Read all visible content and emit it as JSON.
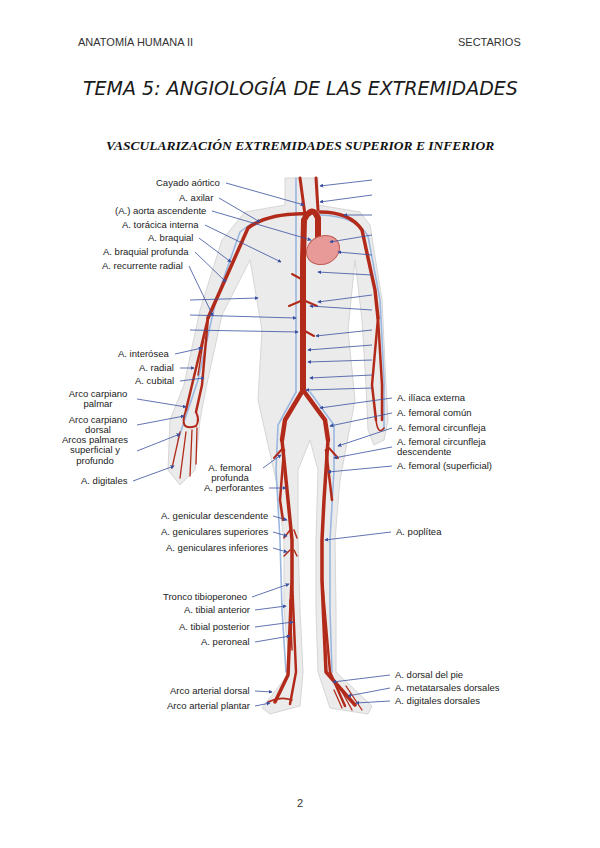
{
  "diagram": {
    "title": "TEMA 5: ANGIOLOGÍA DE LAS EXTREMIDADES",
    "labels": [
      "ANATOMÍA HUMANA II",
      "SECTARIOS",
      "VASCULARIZACIÓN EXTREMIDADES SUPERIOR E INFERIOR",
      "Cayado aórtico",
      "A. axilar",
      "(A.) aorta ascendente",
      "A. torácica interna",
      "A. braquial",
      "A. braquial profunda",
      "A. recurrente radial",
      "A. interósea",
      "A. radial",
      "A. cubital",
      "Arco carpiano palmar",
      "Arco carpiano dorsal",
      "Arcos palmares superficial y profundo",
      "A. digitales",
      "A. femoral profunda",
      "A. perforantes",
      "A. genicular descendente",
      "A. geniculares superiores",
      "A. geniculares inferiores",
      "Tronco tibioperoneo",
      "A. tibial anterior",
      "A. tibial posterior",
      "A. peroneal",
      "Arco arterial dorsal",
      "Arco arterial plantar",
      "A. ilíaca externa",
      "A. femoral común",
      "A. femoral circunfleja",
      "A. femoral circunfleja descendente",
      "A. femoral (superficial)",
      "A. poplítea",
      "A. dorsal del pie",
      "A. metatarsales dorsales",
      "A. digitales dorsales",
      "2"
    ]
  }
}
